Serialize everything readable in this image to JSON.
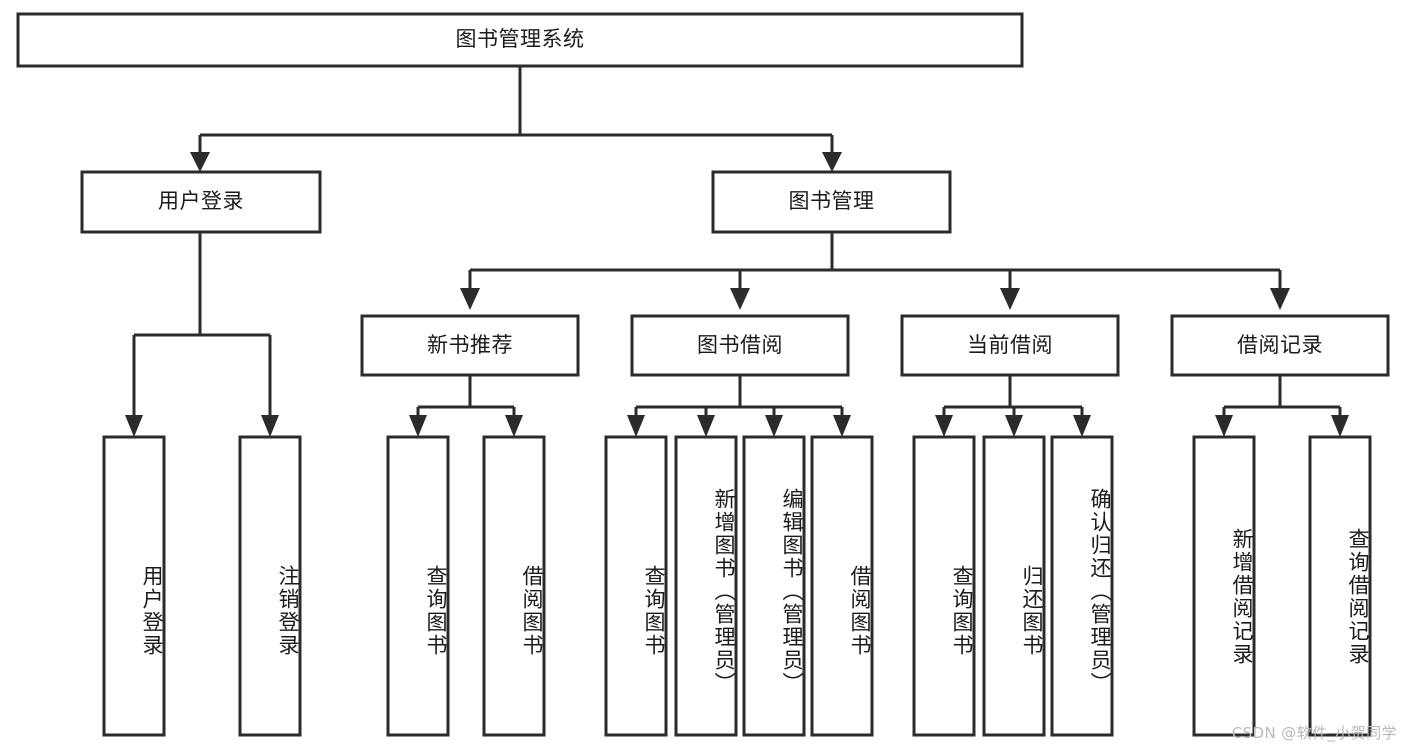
{
  "diagram": {
    "title": "图书管理系统",
    "type": "tree",
    "watermark": "CSDN @软件_小贺同学",
    "colors": {
      "stroke": "#2b2b2b",
      "box_fill": "#ffffff",
      "text": "#1b1b1b",
      "background": "#ffffff",
      "watermark": "#b9b9b9"
    },
    "nodes": {
      "root": {
        "label": "图书管理系统",
        "level": 0,
        "orientation": "horizontal"
      },
      "user_login": {
        "label": "用户登录",
        "level": 1,
        "orientation": "horizontal"
      },
      "book_manage": {
        "label": "图书管理",
        "level": 1,
        "orientation": "horizontal"
      },
      "new_book_rec": {
        "label": "新书推荐",
        "level": 2,
        "orientation": "horizontal"
      },
      "book_borrow": {
        "label": "图书借阅",
        "level": 2,
        "orientation": "horizontal"
      },
      "current_borrow": {
        "label": "当前借阅",
        "level": 2,
        "orientation": "horizontal"
      },
      "borrow_record": {
        "label": "借阅记录",
        "level": 2,
        "orientation": "horizontal"
      },
      "leaf_user_login": {
        "label": "用户登录",
        "level": 3,
        "orientation": "vertical"
      },
      "leaf_logout": {
        "label": "注销登录",
        "level": 3,
        "orientation": "vertical"
      },
      "leaf_query_book_a": {
        "label": "查询图书",
        "level": 3,
        "orientation": "vertical"
      },
      "leaf_borrow_book_a": {
        "label": "借阅图书",
        "level": 3,
        "orientation": "vertical"
      },
      "leaf_query_book_b": {
        "label": "查询图书",
        "level": 3,
        "orientation": "vertical"
      },
      "leaf_add_book": {
        "label": "新增图书（管理员）",
        "level": 3,
        "orientation": "vertical"
      },
      "leaf_edit_book": {
        "label": "编辑图书（管理员）",
        "level": 3,
        "orientation": "vertical"
      },
      "leaf_borrow_book_b": {
        "label": "借阅图书",
        "level": 3,
        "orientation": "vertical"
      },
      "leaf_query_book_c": {
        "label": "查询图书",
        "level": 3,
        "orientation": "vertical"
      },
      "leaf_return_book": {
        "label": "归还图书",
        "level": 3,
        "orientation": "vertical"
      },
      "leaf_confirm_return": {
        "label": "确认归还（管理员）",
        "level": 3,
        "orientation": "vertical"
      },
      "leaf_add_record": {
        "label": "新增借阅记录",
        "level": 3,
        "orientation": "vertical"
      },
      "leaf_query_record": {
        "label": "查询借阅记录",
        "level": 3,
        "orientation": "vertical"
      }
    },
    "edges": [
      {
        "from": "root",
        "to": "user_login"
      },
      {
        "from": "root",
        "to": "book_manage"
      },
      {
        "from": "book_manage",
        "to": "new_book_rec"
      },
      {
        "from": "book_manage",
        "to": "book_borrow"
      },
      {
        "from": "book_manage",
        "to": "current_borrow"
      },
      {
        "from": "book_manage",
        "to": "borrow_record"
      },
      {
        "from": "user_login",
        "to": "leaf_user_login"
      },
      {
        "from": "user_login",
        "to": "leaf_logout"
      },
      {
        "from": "new_book_rec",
        "to": "leaf_query_book_a"
      },
      {
        "from": "new_book_rec",
        "to": "leaf_borrow_book_a"
      },
      {
        "from": "book_borrow",
        "to": "leaf_query_book_b"
      },
      {
        "from": "book_borrow",
        "to": "leaf_add_book"
      },
      {
        "from": "book_borrow",
        "to": "leaf_edit_book"
      },
      {
        "from": "book_borrow",
        "to": "leaf_borrow_book_b"
      },
      {
        "from": "current_borrow",
        "to": "leaf_query_book_c"
      },
      {
        "from": "current_borrow",
        "to": "leaf_return_book"
      },
      {
        "from": "current_borrow",
        "to": "leaf_confirm_return"
      },
      {
        "from": "borrow_record",
        "to": "leaf_add_record"
      },
      {
        "from": "borrow_record",
        "to": "leaf_query_record"
      }
    ]
  }
}
